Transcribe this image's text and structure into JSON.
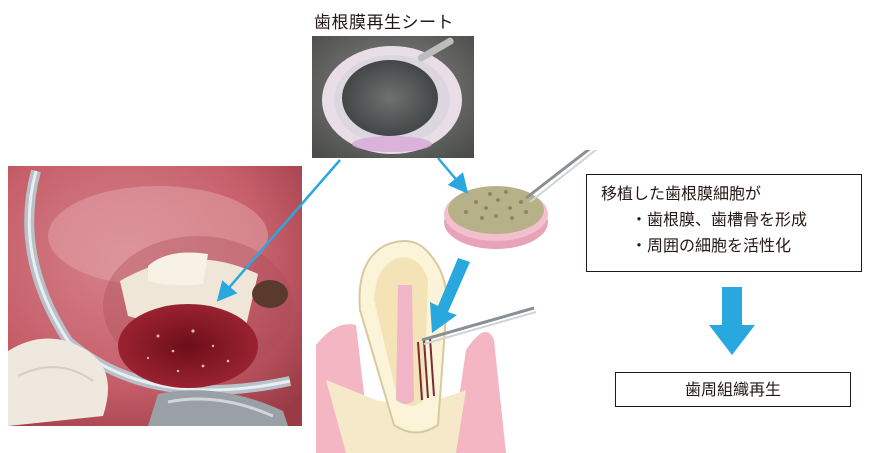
{
  "sheet_title": "歯根膜再生シート",
  "effect_box": {
    "heading": "移植した歯根膜細胞が",
    "items": [
      "・歯根膜、歯槽骨を形成",
      "・周囲の細胞を活性化"
    ]
  },
  "result_label": "歯周組織再生",
  "colors": {
    "arrow": "#29A8E0",
    "gum": "#F4B6C2",
    "tooth": "#FBF4D8",
    "bone": "#F5E9C9",
    "border": "#231815"
  }
}
